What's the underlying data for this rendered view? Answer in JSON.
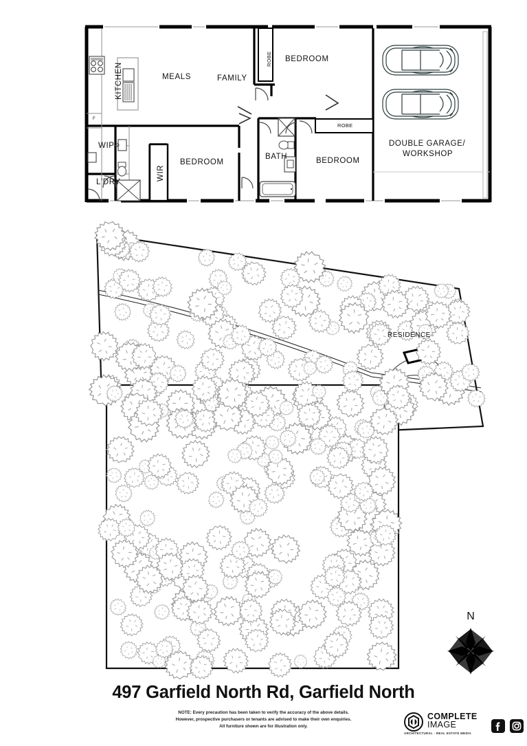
{
  "document": {
    "type": "real-estate-floor-plan",
    "title": "497 Garfield North Rd, Garfield North",
    "disclaimer_lines": [
      "NOTE: Every precaution has been taken to verify the accuracy of the above details.",
      "However, prospective purchasers or tenants are advised to make their own enquiries.",
      "All furniture shown are for illustration only."
    ]
  },
  "floor_plan": {
    "rooms": [
      {
        "label": "KITCHEN",
        "orientation": "vertical"
      },
      {
        "label": "MEALS",
        "orientation": "horizontal"
      },
      {
        "label": "FAMILY",
        "orientation": "horizontal"
      },
      {
        "label": "BEDROOM",
        "orientation": "horizontal"
      },
      {
        "label": "BEDROOM",
        "orientation": "horizontal"
      },
      {
        "label": "BEDROOM",
        "orientation": "horizontal"
      },
      {
        "label": "DOUBLE GARAGE/",
        "orientation": "horizontal"
      },
      {
        "label": "WORKSHOP",
        "orientation": "horizontal"
      },
      {
        "label": "BATH",
        "orientation": "horizontal"
      },
      {
        "label": "WIP",
        "orientation": "horizontal"
      },
      {
        "label": "L'DRY",
        "orientation": "horizontal"
      },
      {
        "label": "WIR",
        "orientation": "vertical"
      }
    ],
    "labels": {
      "kitchen": "KITCHEN",
      "meals": "MEALS",
      "family": "FAMILY",
      "bedroom_top": "BEDROOM",
      "bedroom_left": "BEDROOM",
      "bedroom_right": "BEDROOM",
      "garage_line1": "DOUBLE GARAGE/",
      "garage_line2": "WORKSHOP",
      "bath": "BATH",
      "wip": "WIP",
      "ldry": "L'DRY",
      "wir": "WIR",
      "robe_top": "ROBE",
      "robe_right": "ROBE",
      "fridge": "F"
    },
    "fixtures": [
      "cooktop",
      "sink",
      "island-bench",
      "fridge-space",
      "toilet",
      "basin",
      "shower",
      "bathtub",
      "laundry-trough",
      "car",
      "car",
      "garage-door"
    ],
    "car_count": 2
  },
  "site_plan": {
    "labels": {
      "residence": "RESIDENCE"
    },
    "features": [
      "tree-canopy-cluster",
      "driveway",
      "property-boundary",
      "paddock-boundary",
      "residence-footprint"
    ],
    "tree_count_upper": 120,
    "tree_count_lower": 160
  },
  "compass": {
    "north_label": "N",
    "points": 8
  },
  "branding": {
    "name_line1": "COMPLETE",
    "name_line2": "IMAGE",
    "tagline": "ARCHITECTURAL · REAL ESTATE MEDIA",
    "social": [
      "facebook-icon",
      "instagram-icon"
    ]
  },
  "colors": {
    "wall": "#000000",
    "thin_line": "#1a1a1a",
    "tree_outline": "#8a8a8a",
    "tree_outline_dark": "#5a5a5a",
    "background": "#ffffff",
    "text": "#111111"
  }
}
